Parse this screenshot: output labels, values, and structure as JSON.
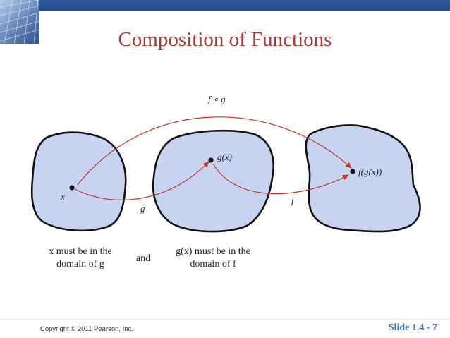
{
  "slide": {
    "title": "Composition of Functions",
    "copyright": "Copyright © 2011 Pearson, Inc.",
    "slide_number": "Slide 1.4 - 7"
  },
  "diagram": {
    "labels": {
      "x": "x",
      "gx": "g(x)",
      "fgx": "f(g(x))",
      "composite": "f ∘ g",
      "g": "g",
      "f": "f"
    },
    "captions": {
      "left_line1": "x must be in the",
      "left_line2": "domain of g",
      "and": "and",
      "right_line1": "g(x) must be in the",
      "right_line2": "domain of f"
    },
    "colors": {
      "blob_fill": "#c6d4f1",
      "arrow": "#c0392b",
      "title": "#a23a35",
      "slide_number": "#3a6fb7"
    }
  }
}
